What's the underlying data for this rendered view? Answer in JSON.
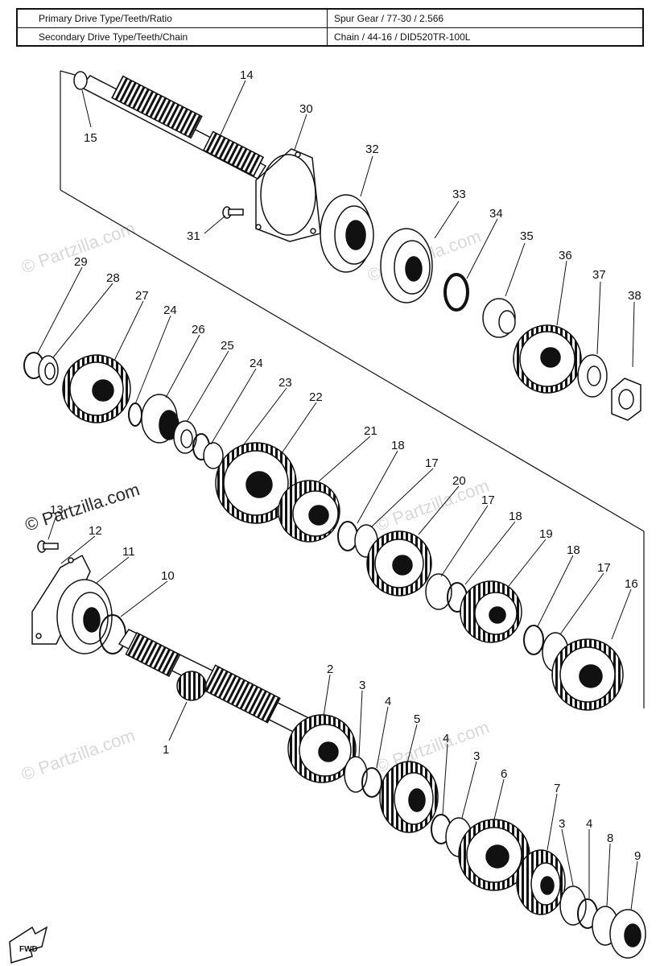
{
  "spec_table": {
    "rows": [
      {
        "label": "Primary Drive Type/Teeth/Ratio",
        "value": "Spur Gear / 77-30 / 2.566"
      },
      {
        "label": "Secondary Drive Type/Teeth/Chain",
        "value": "Chain / 44-16 / DID520TR-100L"
      }
    ]
  },
  "watermarks": {
    "text": "© Partzilla.com"
  },
  "callouts": {
    "n1": "1",
    "n2": "2",
    "n3a": "3",
    "n3b": "3",
    "n3c": "3",
    "n4a": "4",
    "n4b": "4",
    "n4c": "4",
    "n5": "5",
    "n6": "6",
    "n7": "7",
    "n8": "8",
    "n9": "9",
    "n10": "10",
    "n11": "11",
    "n12": "12",
    "n13": "13",
    "n14": "14",
    "n15": "15",
    "n16": "16",
    "n17a": "17",
    "n17b": "17",
    "n17c": "17",
    "n18a": "18",
    "n18b": "18",
    "n18c": "18",
    "n19": "19",
    "n20": "20",
    "n21": "21",
    "n22": "22",
    "n23": "23",
    "n24a": "24",
    "n24b": "24",
    "n25": "25",
    "n26": "26",
    "n27": "27",
    "n28": "28",
    "n29": "29",
    "n30": "30",
    "n31": "31",
    "n32": "32",
    "n33": "33",
    "n34": "34",
    "n35": "35",
    "n36": "36",
    "n37": "37",
    "n38": "38"
  },
  "fwd_label": "FWD",
  "colors": {
    "ink": "#111111",
    "watermark": "#d8d8d8"
  }
}
